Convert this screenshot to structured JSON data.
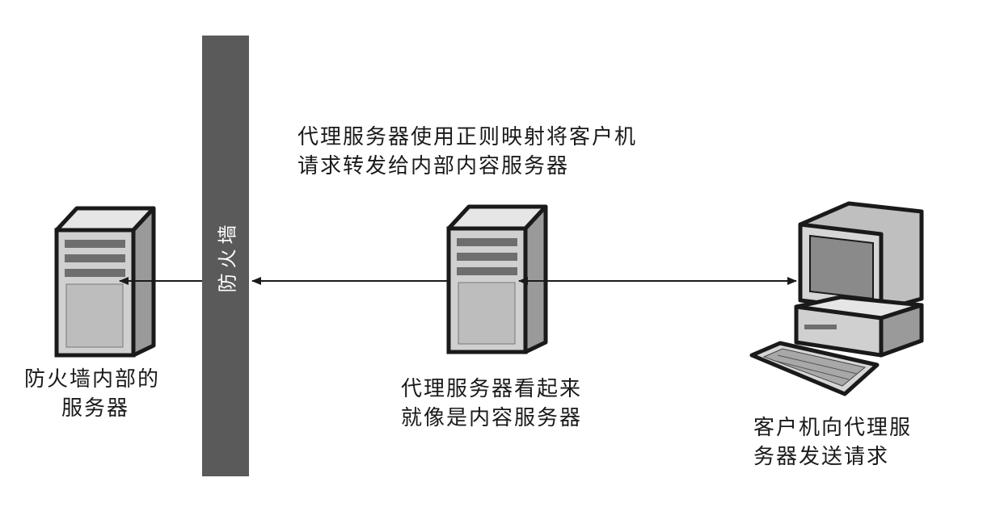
{
  "firewall": {
    "label": "防火墙"
  },
  "proxy_note": {
    "lines": [
      "代理服务器使用正则映射将客户机",
      "请求转发给内部内容服务器"
    ]
  },
  "internal_server": {
    "lines": [
      "防火墙内部的",
      "服务器"
    ]
  },
  "proxy_server": {
    "lines": [
      "代理服务器看起来",
      "就像是内容服务器"
    ]
  },
  "client": {
    "lines": [
      "客户机向代理服",
      "务器发送请求"
    ]
  },
  "colors": {
    "firewall": "#5a5a5a",
    "server_body": "#d0d0d0",
    "server_dark": "#6e6e6e",
    "outline": "#1a1a1a",
    "screen": "#8a8a8a"
  }
}
